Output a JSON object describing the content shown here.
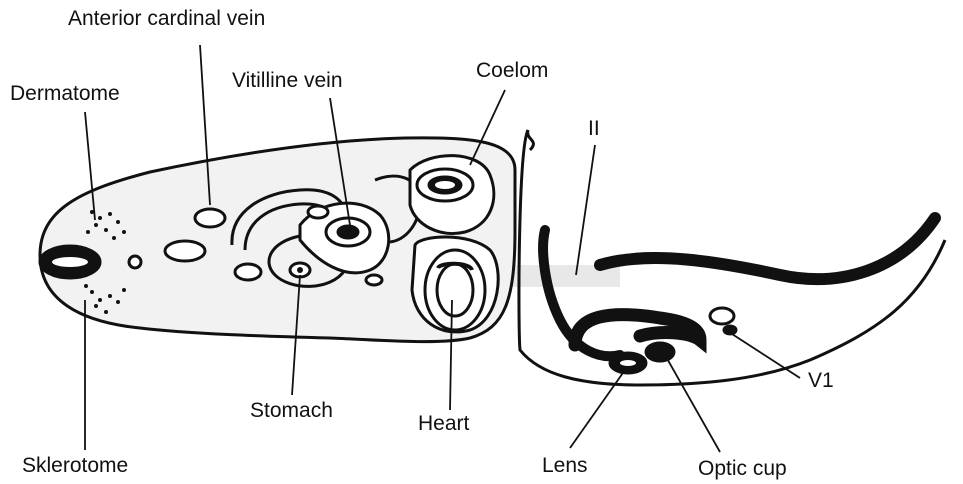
{
  "labels": {
    "anterior_cardinal_vein": "Anterior cardinal vein",
    "dermatome": "Dermatome",
    "vitilline_vein": "Vitilline vein",
    "coelom": "Coelom",
    "II": "II",
    "V1": "V1",
    "sklerotome": "Sklerotome",
    "stomach": "Stomach",
    "heart": "Heart",
    "lens": "Lens",
    "optic_cup": "Optic cup"
  }
}
